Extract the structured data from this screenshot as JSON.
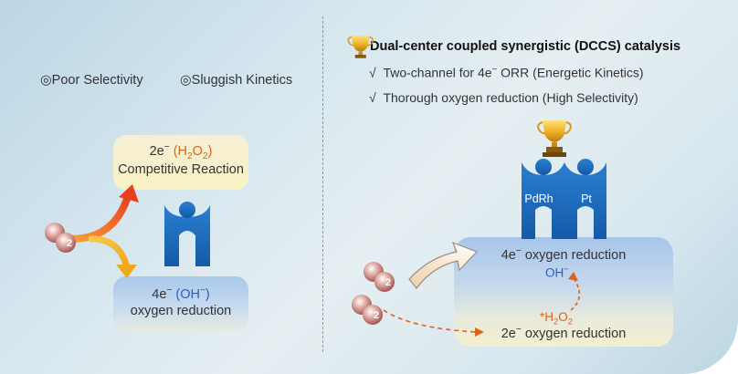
{
  "left": {
    "bullets": [
      "Poor Selectivity",
      "Sluggish Kinetics"
    ],
    "bullet_glyph": "◎",
    "box_top": {
      "prefix": "2e",
      "sup": "−",
      "space": " ",
      "species": "(H",
      "sub1": "2",
      "o": "O",
      "sub2": "2",
      "close": ")",
      "line2": "Competitive Reaction"
    },
    "box_bottom": {
      "prefix": "4e",
      "sup": "−",
      "species": " (OH",
      "species_sup": "−",
      "close": ")",
      "line2": "oxygen reduction"
    },
    "o2_label": "O",
    "o2_sub": "2"
  },
  "right": {
    "title": "Dual-center coupled synergistic (DCCS) catalysis",
    "checks": [
      {
        "mark": "√",
        "text_a": "Two-channel for 4e",
        "sup": "−",
        "text_b": " ORR (Energetic Kinetics)"
      },
      {
        "mark": "√",
        "text_a": "Thorough oxygen reduction (High Selectivity)",
        "sup": "",
        "text_b": ""
      }
    ],
    "site_labels": [
      "PdRh",
      "Pt"
    ],
    "big_box": {
      "top_prefix": "4e",
      "top_sup": "−",
      "top_rest": " oxygen reduction",
      "oh": "OH",
      "oh_sup": "−",
      "h2o2_star": "*H",
      "h2o2_sub1": "2",
      "h2o2_o": "O",
      "h2o2_sub2": "2",
      "bottom_prefix": "2e",
      "bottom_sup": "−",
      "bottom_rest": " oxygen reduction"
    },
    "o2_label": "O",
    "o2_sub": "2"
  },
  "colors": {
    "orange": "#d9641c",
    "blue": "#2b5fbf",
    "catalyst_blue": "#1f6fbf",
    "arrow_red": "#e8401c",
    "arrow_yellow": "#f2b51c",
    "trophy_gold": "#e0a21a",
    "o2_red": "#b55a5a"
  },
  "icons": [
    "trophy-icon",
    "catalyst-figure-icon",
    "o2-molecule-icon"
  ]
}
